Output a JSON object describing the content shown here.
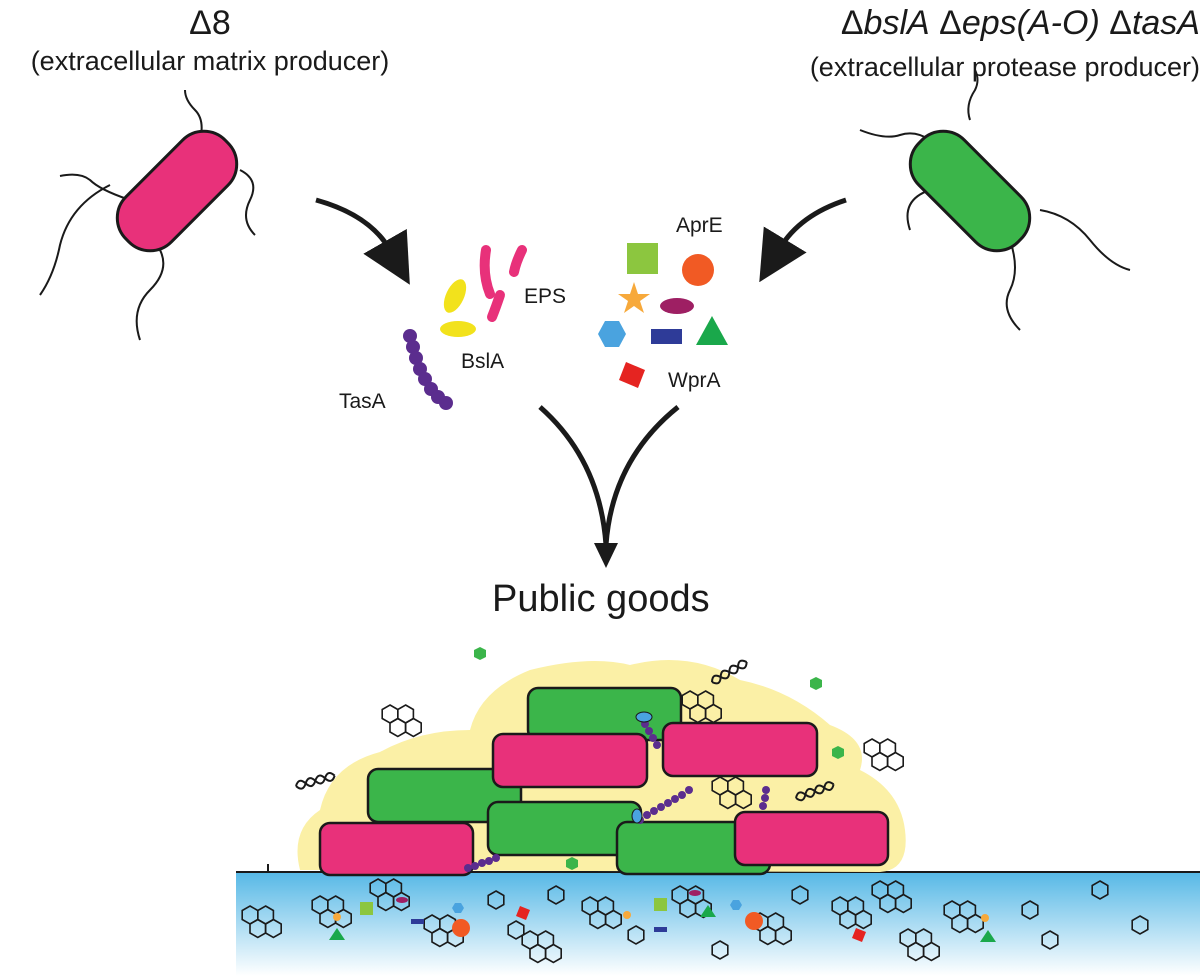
{
  "left_strain": {
    "symbol": "Δ",
    "name": "8",
    "description": "(extracellular matrix producer)"
  },
  "right_strain": {
    "parts": [
      {
        "symbol": "Δ",
        "gene": "bslA"
      },
      {
        "symbol": "Δ",
        "gene": "eps(A-O)"
      },
      {
        "symbol": "Δ",
        "gene": "tasA"
      }
    ],
    "description": "(extracellular protease producer)"
  },
  "matrix_components": {
    "eps": "EPS",
    "bsla": "BslA",
    "tasa": "TasA"
  },
  "proteases": {
    "apre": "AprE",
    "wpra": "WprA"
  },
  "outcome": {
    "title": "Public goods"
  },
  "colors": {
    "matrix_producer": "#e8317a",
    "protease_producer": "#3bb54a",
    "tasa": "#5b2d8e",
    "bsla": "#f2e21c",
    "eps": "#e8317a",
    "matrix_halo": "#fbf0a6",
    "surface": "#6ec3e8"
  }
}
